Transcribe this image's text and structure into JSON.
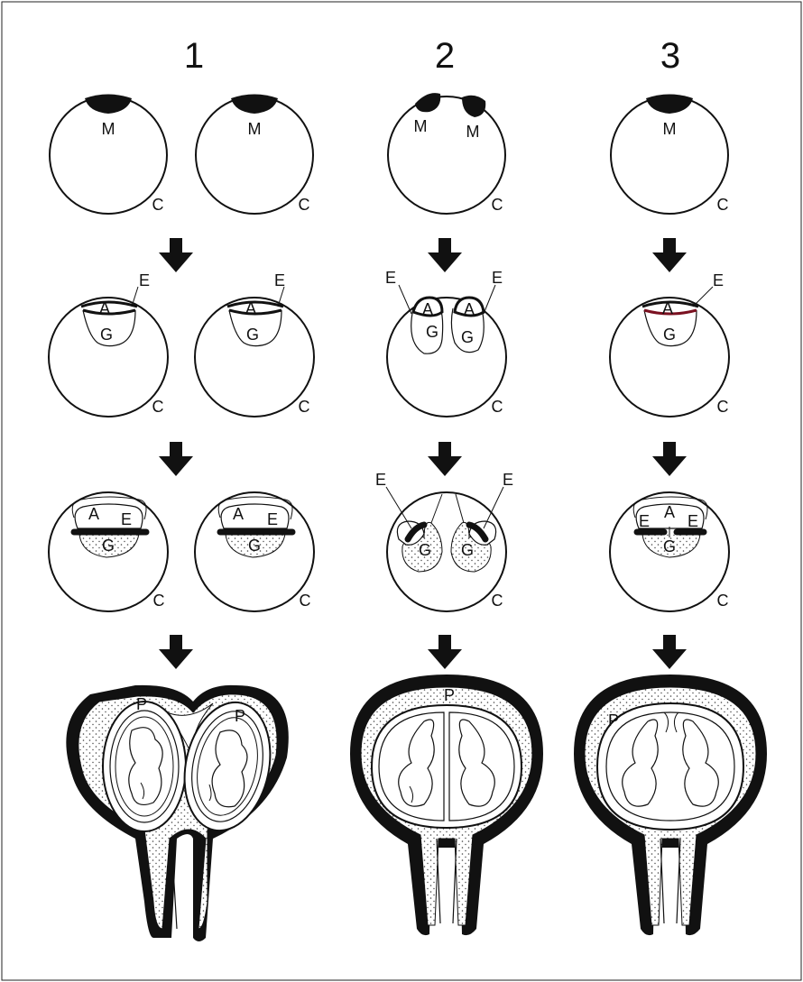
{
  "columns": [
    {
      "number": "1"
    },
    {
      "number": "2"
    },
    {
      "number": "3"
    }
  ],
  "labels": {
    "mass": "M",
    "chorion": "C",
    "epiblast": "E",
    "amnion": "A",
    "yolk": "G",
    "placenta": "P"
  },
  "colors": {
    "ink": "#111111",
    "stipple": "#bdbdbd",
    "background": "#ffffff",
    "accent_line": "#7a1020"
  }
}
